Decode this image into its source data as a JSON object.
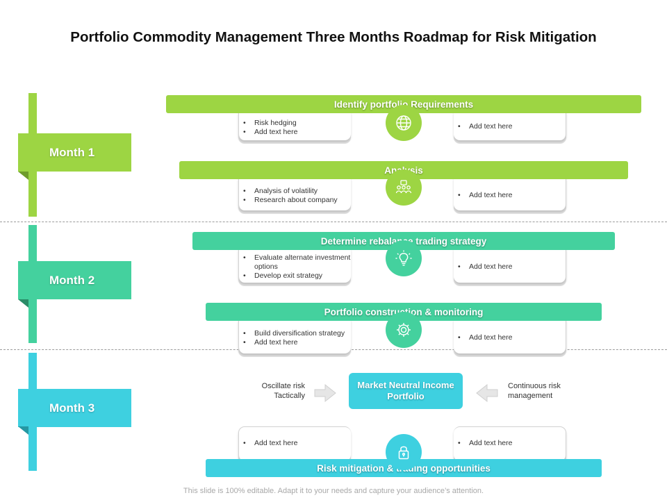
{
  "title": "Portfolio Commodity Management Three Months Roadmap for Risk Mitigation",
  "colors": {
    "month1": "#9dd543",
    "month2": "#44d19e",
    "month3": "#3ed0e0"
  },
  "months": [
    {
      "label": "Month 1"
    },
    {
      "label": "Month 2"
    },
    {
      "label": "Month 3"
    }
  ],
  "rows": [
    {
      "title": "Identify portfolio Requirements",
      "icon": "globe-icon",
      "left": [
        "Risk hedging",
        "Add text here"
      ],
      "right": [
        "Add text here"
      ]
    },
    {
      "title": "Analysis",
      "icon": "team-icon",
      "left": [
        "Analysis of volatility",
        "Research about company"
      ],
      "right": [
        "Add text here"
      ]
    },
    {
      "title": "Determine rebalance trading strategy",
      "icon": "lightbulb-icon",
      "left": [
        "Evaluate alternate investment options",
        "Develop exit strategy"
      ],
      "right": [
        "Add text here"
      ]
    },
    {
      "title": "Portfolio construction & monitoring",
      "icon": "gear-icon",
      "left": [
        "Build diversification strategy",
        "Add text here"
      ],
      "right": [
        "Add text here"
      ]
    }
  ],
  "month3": {
    "center": "Market Neutral Income Portfolio",
    "left_text": "Oscillate risk Tactically",
    "right_text": "Continuous risk management",
    "bottom_title": "Risk mitigation & trading opportunities",
    "bottom_icon": "lock-icon",
    "bottom_left": [
      "Add text here"
    ],
    "bottom_right": [
      "Add text here"
    ]
  },
  "footer": "This slide is 100% editable. Adapt it to your needs and capture your audience’s attention."
}
